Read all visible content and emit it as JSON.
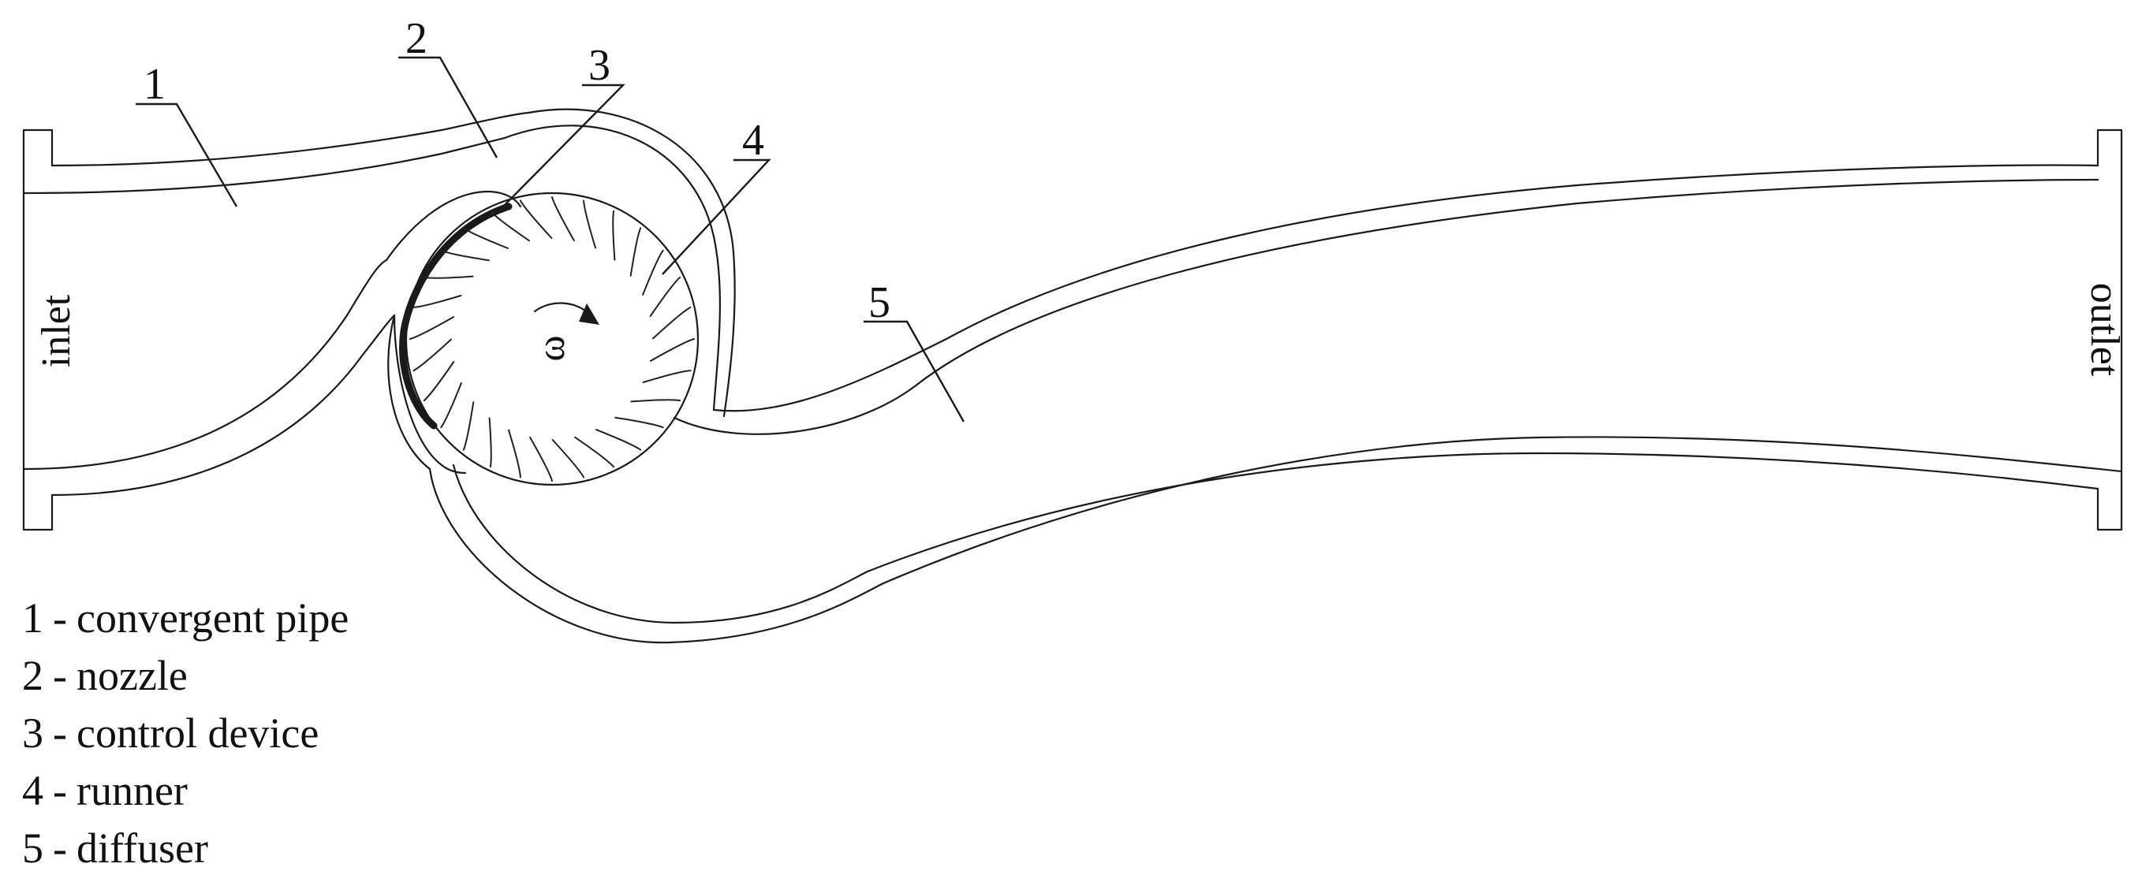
{
  "labels": {
    "inlet": "inlet",
    "outlet": "outlet",
    "omega": "ω"
  },
  "callouts": [
    "1",
    "2",
    "3",
    "4",
    "5"
  ],
  "legend": [
    {
      "num": "1",
      "sep": "-",
      "text": "convergent pipe"
    },
    {
      "num": "2",
      "sep": "-",
      "text": "nozzle"
    },
    {
      "num": "3",
      "sep": "-",
      "text": "control device"
    },
    {
      "num": "4",
      "sep": "-",
      "text": "runner"
    },
    {
      "num": "5",
      "sep": "-",
      "text": "diffuser"
    }
  ],
  "runner": {
    "blade_count": 28
  },
  "colors": {
    "line": "#1a1a1a",
    "background": "#ffffff"
  }
}
